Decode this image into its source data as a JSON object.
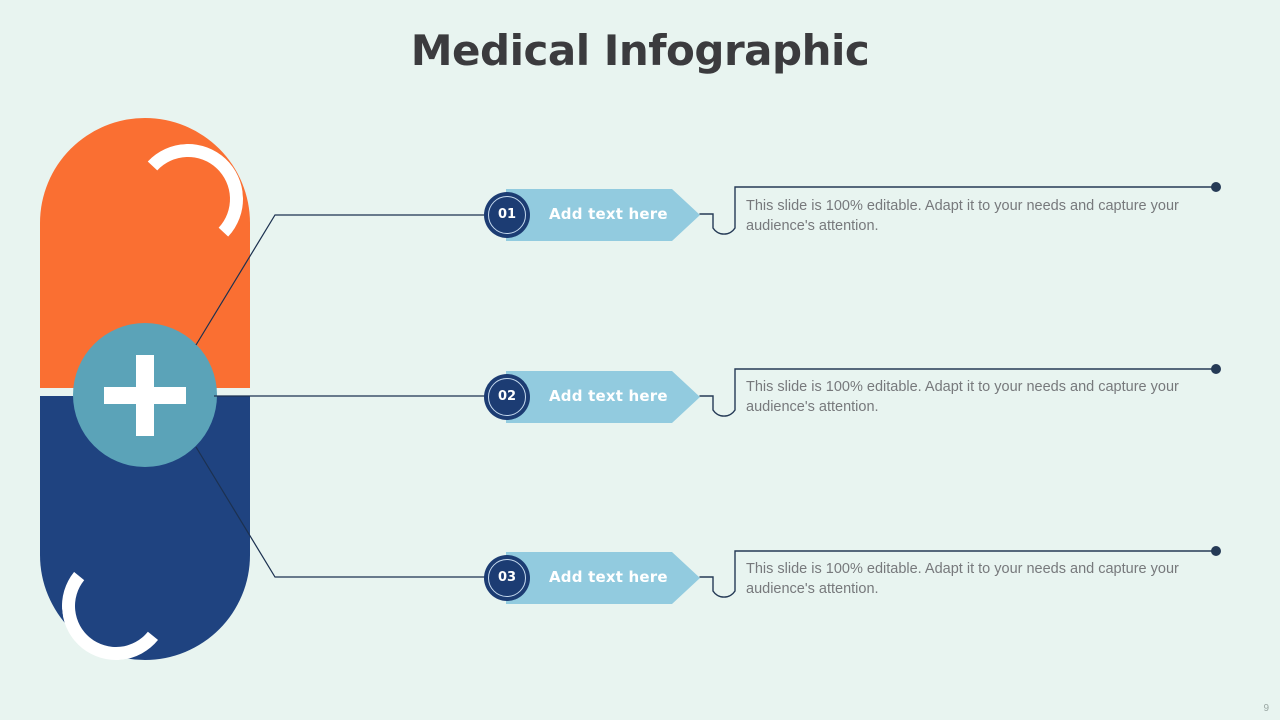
{
  "slide": {
    "title": "Medical Infographic",
    "page_number": "9",
    "background_color": "#e8f4f0"
  },
  "illustration": {
    "name": "pill-capsule",
    "top_color": "#fa6f32",
    "bottom_color": "#1f4380",
    "badge_color": "#5ba3b8",
    "badge_icon": "medical-plus-icon"
  },
  "colors": {
    "navy": "#1c3c73",
    "light_blue": "#92cbdf",
    "teal": "#5ba3b8",
    "orange": "#fa6f32",
    "body_text": "#77797c",
    "title_text": "#3b3b3e"
  },
  "items": [
    {
      "number": "01",
      "label": "Add text here",
      "description": "This slide is 100% editable. Adapt it to your needs and capture your audience's attention."
    },
    {
      "number": "02",
      "label": "Add text here",
      "description": "This slide is 100% editable. Adapt it to your needs and capture your audience's attention."
    },
    {
      "number": "03",
      "label": "Add text here",
      "description": "This slide is 100% editable. Adapt it to your needs and capture your audience's attention."
    }
  ]
}
